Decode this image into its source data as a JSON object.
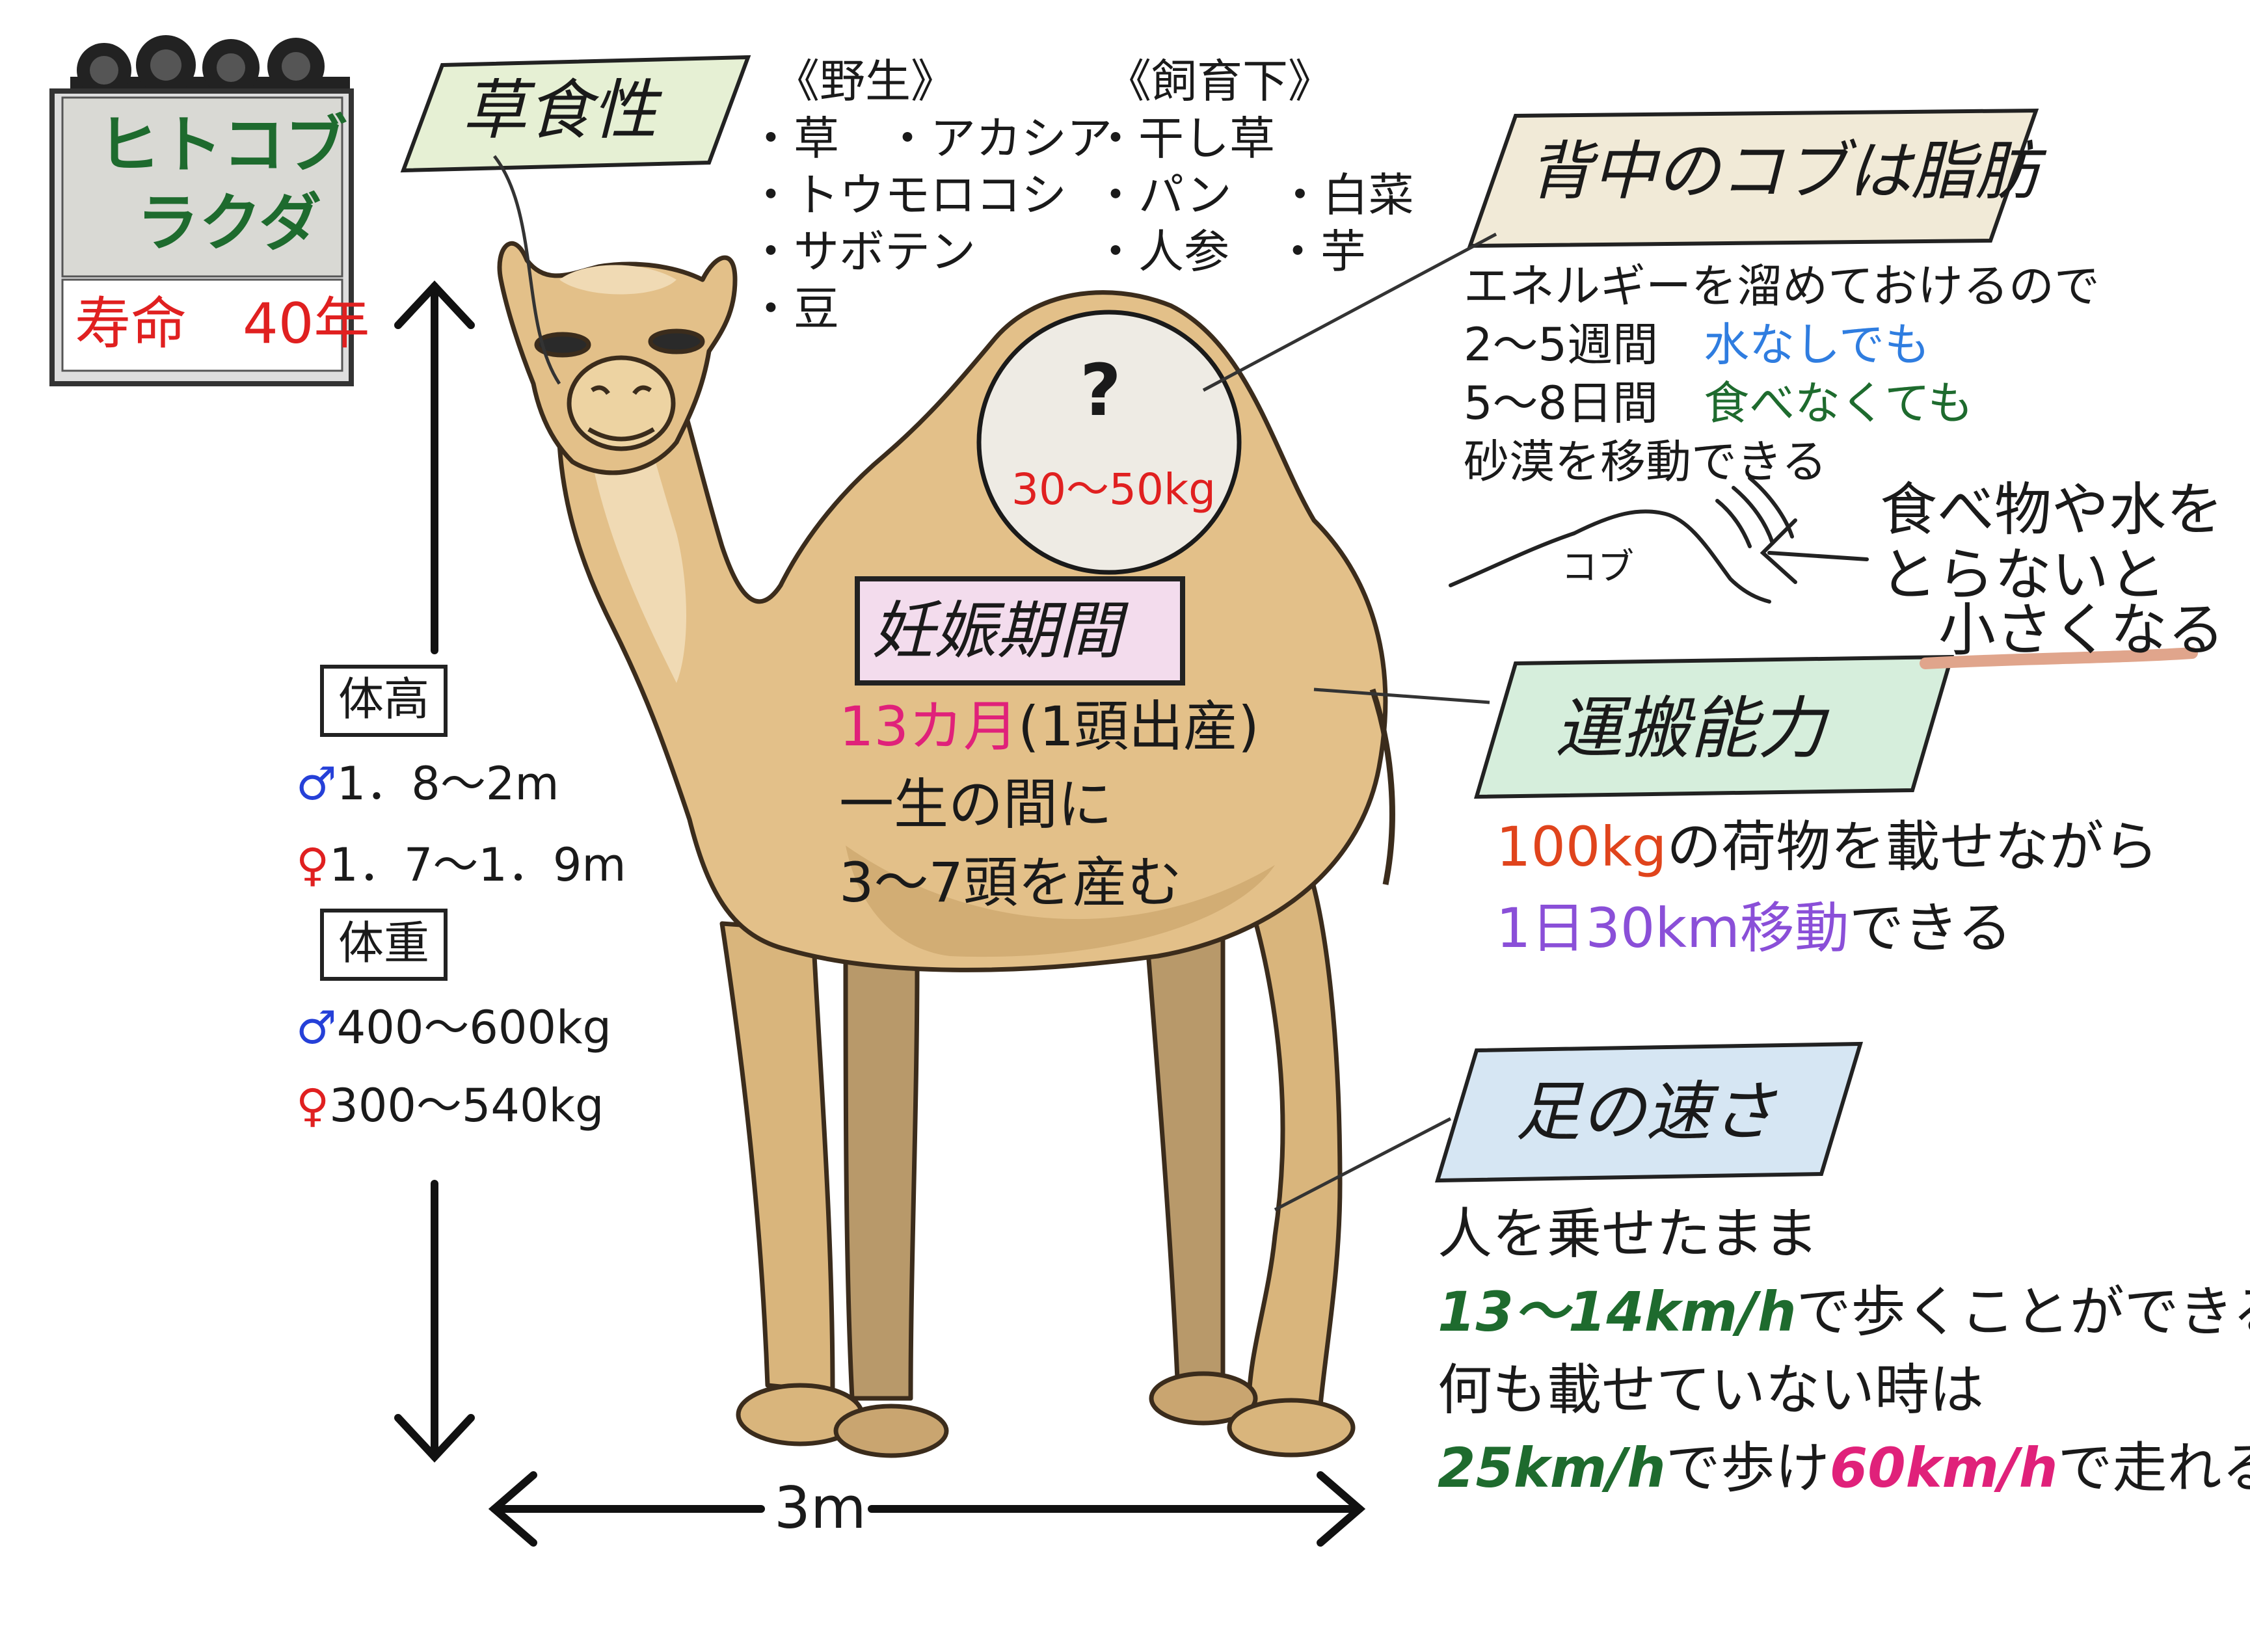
{
  "colors": {
    "camel_body": "#e3c089",
    "camel_light": "#f0dab4",
    "camel_shadow": "#c49a63",
    "camel_leg": "#b8996a",
    "green_text": "#1e6b2e",
    "red_text": "#e02020",
    "blue_text": "#2f7de0",
    "purple_text": "#8a4fd8",
    "pink_text": "#e0217a",
    "male_sign": "#2540d8",
    "female_sign": "#e02020",
    "banner_herbivore": "#e6f0d4",
    "banner_hump": "#f1ead7",
    "banner_transport": "#d6eedc",
    "banner_speed": "#d6e6f3",
    "banner_gestation": "#f3dced",
    "underline": "#e0a58c"
  },
  "title_card": {
    "name_line1": "ヒトコブ",
    "name_line2": "ラクダ",
    "lifespan": "寿命　40年"
  },
  "herbivore": {
    "banner": "草食性",
    "wild_heading": "《野生》",
    "wild_items": [
      "・草　・アカシア",
      "・トウモロコシ",
      "・サボテン",
      "・豆"
    ],
    "captive_heading": "《飼育下》",
    "captive_items": [
      "・干し草",
      "・パン　・白菜",
      "・人参　・芋"
    ]
  },
  "hump": {
    "banner": "背中のコブは脂肪",
    "question": "?",
    "weight": "30～50kg",
    "line1": "エネルギーを溜めておけるので",
    "line2_prefix": "2～5週間　",
    "line2_highlight": "水なしでも",
    "line3_prefix": "5～8日間　",
    "line3_highlight": "食べなくても",
    "line4": "砂漠を移動できる",
    "sketch_label": "コブ",
    "note_line1": "食べ物や水を",
    "note_line2": "とらないと",
    "note_line3": "小さくなる"
  },
  "gestation": {
    "banner": "妊娠期間",
    "months": "13カ月",
    "months_note": "(1頭出産)",
    "line2": "一生の間に",
    "line3": "3～7頭を産む"
  },
  "transport": {
    "banner": "運搬能力",
    "line1_highlight": "100kg",
    "line1_rest": "の荷物を載せながら",
    "line2_highlight": "1日30km移動",
    "line2_rest": "できる"
  },
  "speed": {
    "banner": "足の速さ",
    "line1": "人を乗せたまま",
    "line2_highlight": "13～14km/h",
    "line2_rest": "で歩くことができる",
    "line3": "何も載せていない時は",
    "line4_h1": "25km/h",
    "line4_mid": "で歩け",
    "line4_h2": "60km/h",
    "line4_end": "で走れる"
  },
  "measurements": {
    "height_label": "体高",
    "male_sign": "♂",
    "female_sign": "♀",
    "height_male": "1．8～2m",
    "height_female": "1．7～1．9m",
    "weight_label": "体重",
    "weight_male": "400～600kg",
    "weight_female": "300～540kg",
    "length": "3m"
  }
}
